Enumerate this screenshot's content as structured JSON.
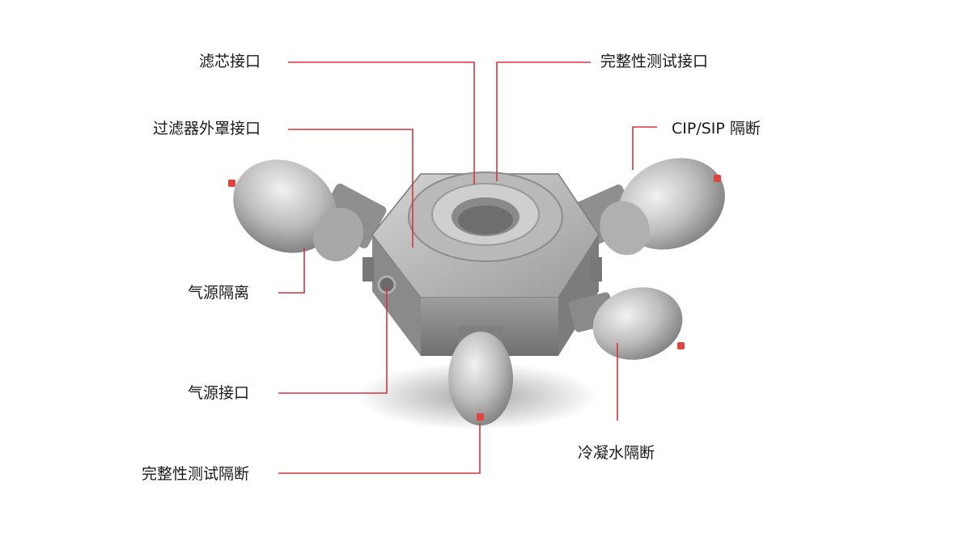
{
  "diagram": {
    "labels": {
      "filter_element_port": "滤芯接口",
      "integrity_test_port": "完整性测试接口",
      "filter_housing_port": "过滤器外罩接口",
      "cip_sip_isolation": "CIP/SIP 隔断",
      "air_source_isolation": "气源隔离",
      "air_source_port": "气源接口",
      "integrity_test_isolation": "完整性测试隔断",
      "condensate_isolation": "冷凝水隔断"
    },
    "colors": {
      "leader_line": "#d8343f",
      "body_metal": "#9a9a9a",
      "actuator_metal": "#cfcfcf",
      "tip": "#e0443c"
    }
  }
}
